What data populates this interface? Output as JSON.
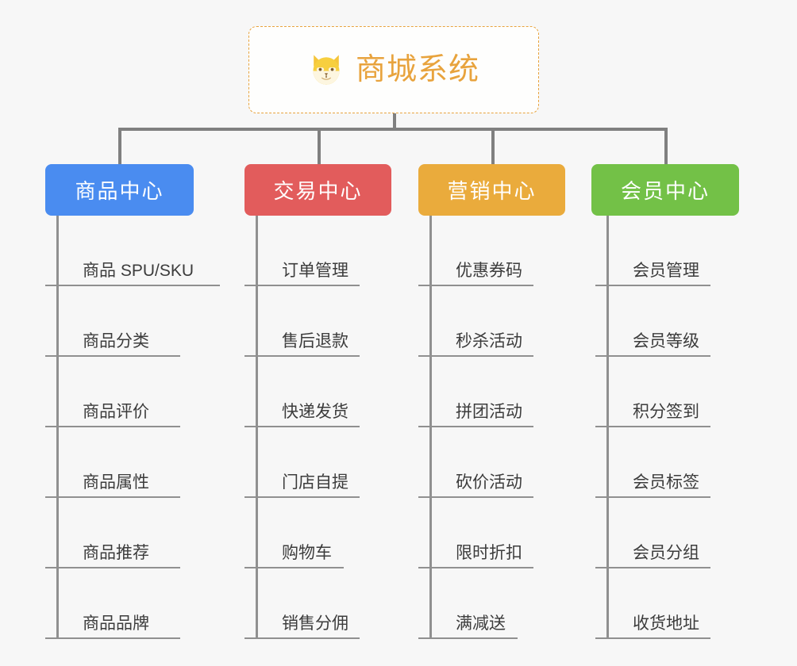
{
  "root": {
    "title": "商城系统",
    "icon": "shiba-dog-icon",
    "border_color": "#e8a33d",
    "text_color": "#e8a33d"
  },
  "connector_color": "#808080",
  "branches": [
    {
      "title": "商品中心",
      "color": "#4a8cf0",
      "items": [
        "商品 SPU/SKU",
        "商品分类",
        "商品评价",
        "商品属性",
        "商品推荐",
        "商品品牌"
      ]
    },
    {
      "title": "交易中心",
      "color": "#e25c5c",
      "items": [
        "订单管理",
        "售后退款",
        "快递发货",
        "门店自提",
        "购物车",
        "销售分佣"
      ]
    },
    {
      "title": "营销中心",
      "color": "#eaab3c",
      "items": [
        "优惠券码",
        "秒杀活动",
        "拼团活动",
        "砍价活动",
        "限时折扣",
        "满减送"
      ]
    },
    {
      "title": "会员中心",
      "color": "#73c147",
      "items": [
        "会员管理",
        "会员等级",
        "积分签到",
        "会员标签",
        "会员分组",
        "收货地址"
      ]
    }
  ]
}
